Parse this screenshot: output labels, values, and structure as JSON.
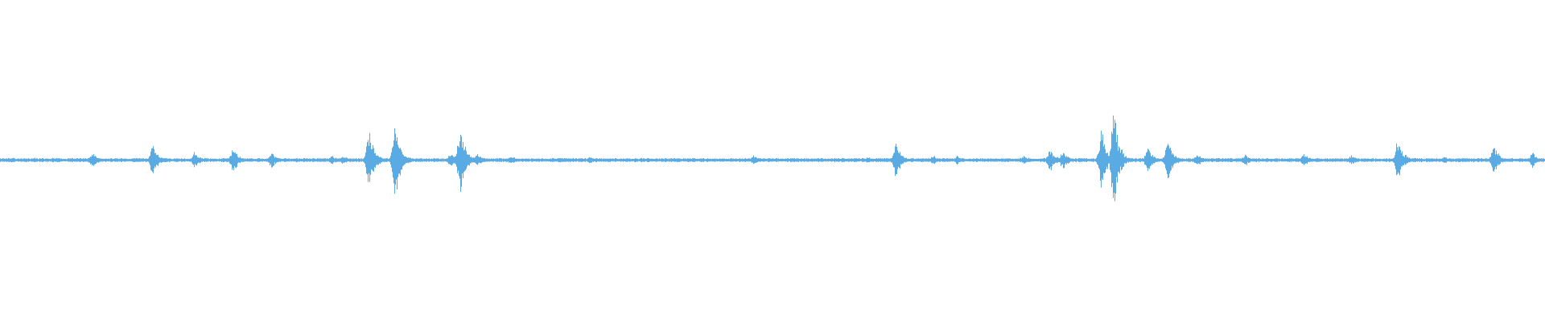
{
  "waveform": {
    "color": "#5aabe3",
    "baseline_amplitude": 0.008,
    "bursts": [
      {
        "t": 0.06,
        "amp": 0.05
      },
      {
        "t": 0.099,
        "amp": 0.1
      },
      {
        "t": 0.126,
        "amp": 0.06
      },
      {
        "t": 0.151,
        "amp": 0.08
      },
      {
        "t": 0.176,
        "amp": 0.05
      },
      {
        "t": 0.215,
        "amp": 0.03
      },
      {
        "t": 0.222,
        "amp": 0.03
      },
      {
        "t": 0.239,
        "amp": 0.2
      },
      {
        "t": 0.256,
        "amp": 0.27
      },
      {
        "t": 0.292,
        "amp": 0.06
      },
      {
        "t": 0.298,
        "amp": 0.24
      },
      {
        "t": 0.309,
        "amp": 0.04
      },
      {
        "t": 0.331,
        "amp": 0.03
      },
      {
        "t": 0.382,
        "amp": 0.02
      },
      {
        "t": 0.488,
        "amp": 0.03
      },
      {
        "t": 0.562,
        "amp": 0.02
      },
      {
        "t": 0.58,
        "amp": 0.12
      },
      {
        "t": 0.604,
        "amp": 0.03
      },
      {
        "t": 0.62,
        "amp": 0.03
      },
      {
        "t": 0.663,
        "amp": 0.03
      },
      {
        "t": 0.68,
        "amp": 0.08
      },
      {
        "t": 0.688,
        "amp": 0.06
      },
      {
        "t": 0.713,
        "amp": 0.2
      },
      {
        "t": 0.721,
        "amp": 0.33
      },
      {
        "t": 0.743,
        "amp": 0.08
      },
      {
        "t": 0.756,
        "amp": 0.14
      },
      {
        "t": 0.775,
        "amp": 0.04
      },
      {
        "t": 0.806,
        "amp": 0.04
      },
      {
        "t": 0.844,
        "amp": 0.04
      },
      {
        "t": 0.875,
        "amp": 0.03
      },
      {
        "t": 0.905,
        "amp": 0.15
      },
      {
        "t": 0.935,
        "amp": 0.02
      },
      {
        "t": 0.967,
        "amp": 0.1
      },
      {
        "t": 0.992,
        "amp": 0.05
      }
    ]
  }
}
